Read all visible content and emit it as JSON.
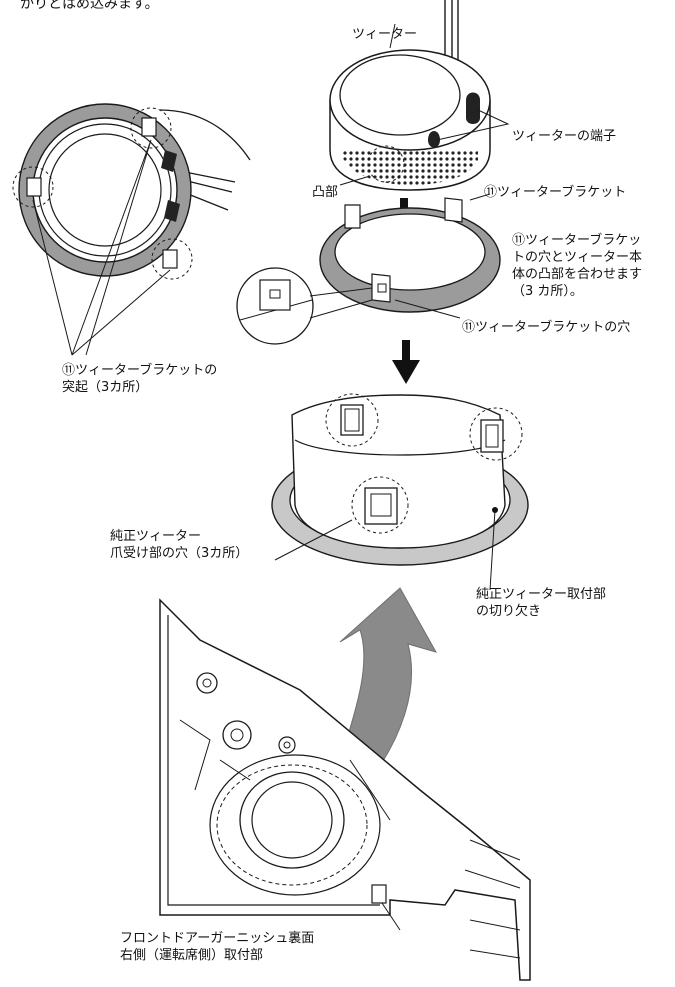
{
  "intro_text": "かりとはめ込みます。",
  "labels": {
    "tweeter": "ツィーター",
    "tweeter_terminal": "ツィーターの端子",
    "convex_part": "凸部",
    "bracket": "⑪ツィーターブラケット",
    "align_note": "⑪ツィーターブラケッ\nトの穴とツィーター本\n体の凸部を合わせます\n（3 カ所）。",
    "bracket_hole": "⑪ツィーターブラケットの穴",
    "bracket_protrusion": "⑪ツィーターブラケットの\n突起（3カ所）",
    "genuine_claw_hole": "純正ツィーター\n爪受け部の穴（3カ所）",
    "genuine_notch": "純正ツィーター取付部\nの切り欠き",
    "garnish_back": "フロントドアーガーニッシュ裏面\n右側（運転席側）取付部"
  },
  "colors": {
    "line": "#1a1a1a",
    "ring_gray": "#9b9b9b",
    "light_gray": "#c8c8c8",
    "arrow_gray": "#8a8a8a"
  }
}
